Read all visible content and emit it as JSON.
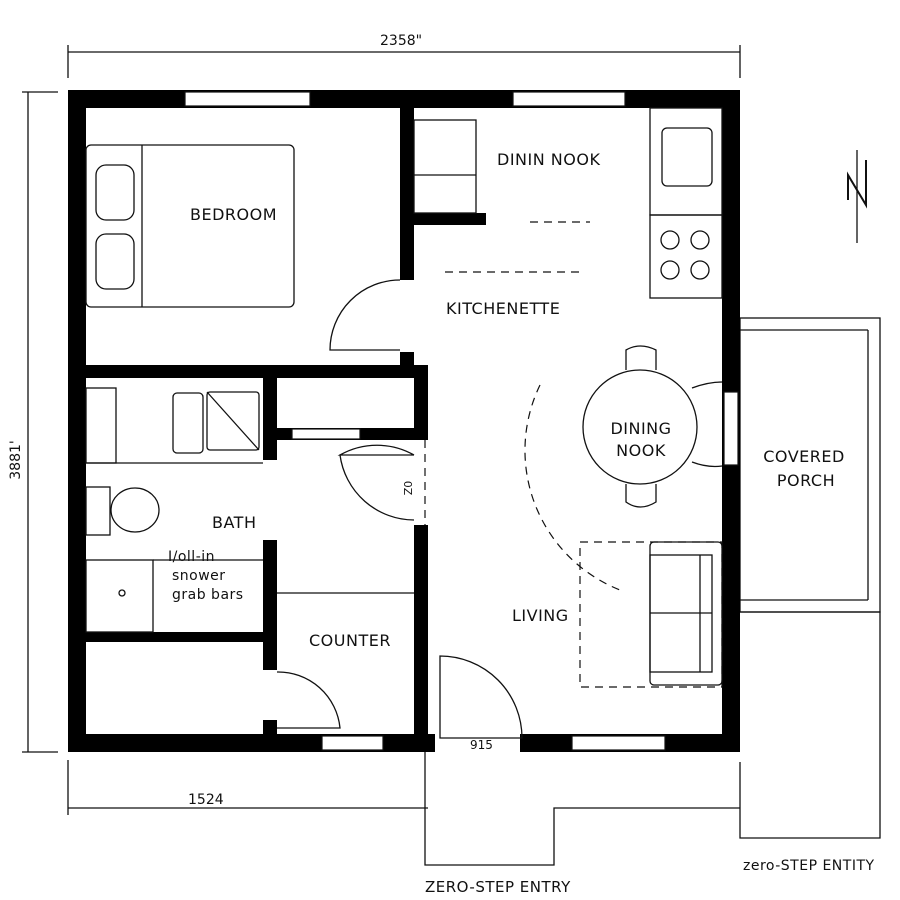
{
  "dimensions": {
    "overall_width": "2358\"",
    "overall_depth": "3881'",
    "partial_width": "1524",
    "door_width": "915"
  },
  "rooms": {
    "bedroom": "BEDROOM",
    "dinin_nook": "DININ NOOK",
    "kitchenette": "KITCHENETTE",
    "dining_nook_line1": "DINING",
    "dining_nook_line2": "NOOK",
    "covered_porch_line1": "COVERED",
    "covered_porch_line2": "PORCH",
    "bath": "BATH",
    "bath_note_line1": "I/oll-in",
    "bath_note_line2": "snower",
    "bath_note_line3": "grab bars",
    "counter": "COUNTER",
    "living": "LIVING",
    "closet_mark": "0Z"
  },
  "entries": {
    "front": "ZERO-STEP ENTRY",
    "side": "zero-STEP ENTITY"
  },
  "north_arrow": "north-arrow-icon"
}
